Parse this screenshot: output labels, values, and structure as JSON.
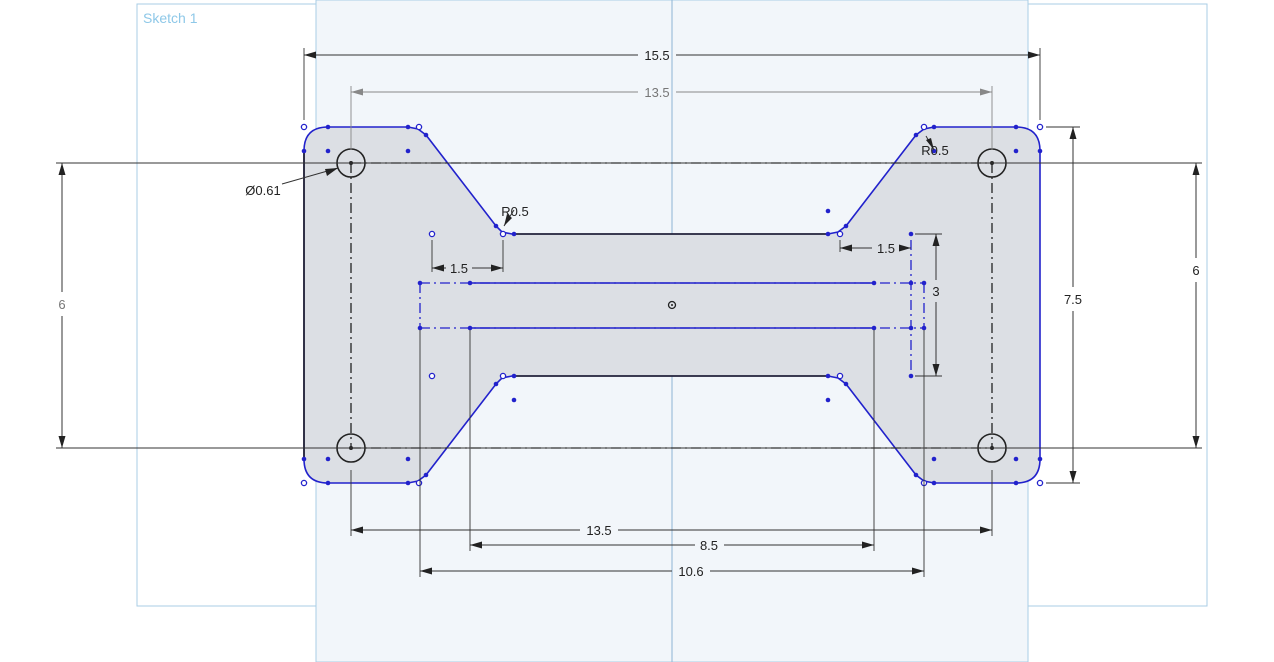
{
  "sketch": {
    "name": "Sketch 1"
  },
  "colors": {
    "profile": "#2222cc",
    "dimension": "#222222",
    "dimension_driven": "#888888",
    "plane": "#dbe8f4",
    "face": "#dcdfe4"
  },
  "dimensions": {
    "overall_width": "15.5",
    "hole_spacing_top": "13.5",
    "hole_spacing_bottom": "13.5",
    "slot_length": "8.5",
    "slot_outer": "10.6",
    "left_offset": "1.5",
    "right_offset": "1.5",
    "hole_diameter": "Ø0.61",
    "radius_top_right": "R0.5",
    "radius_center": "R0.5",
    "slot_height": "3",
    "overall_height": "7.5",
    "hole_spacing_right": "6",
    "hole_spacing_left": "6"
  }
}
